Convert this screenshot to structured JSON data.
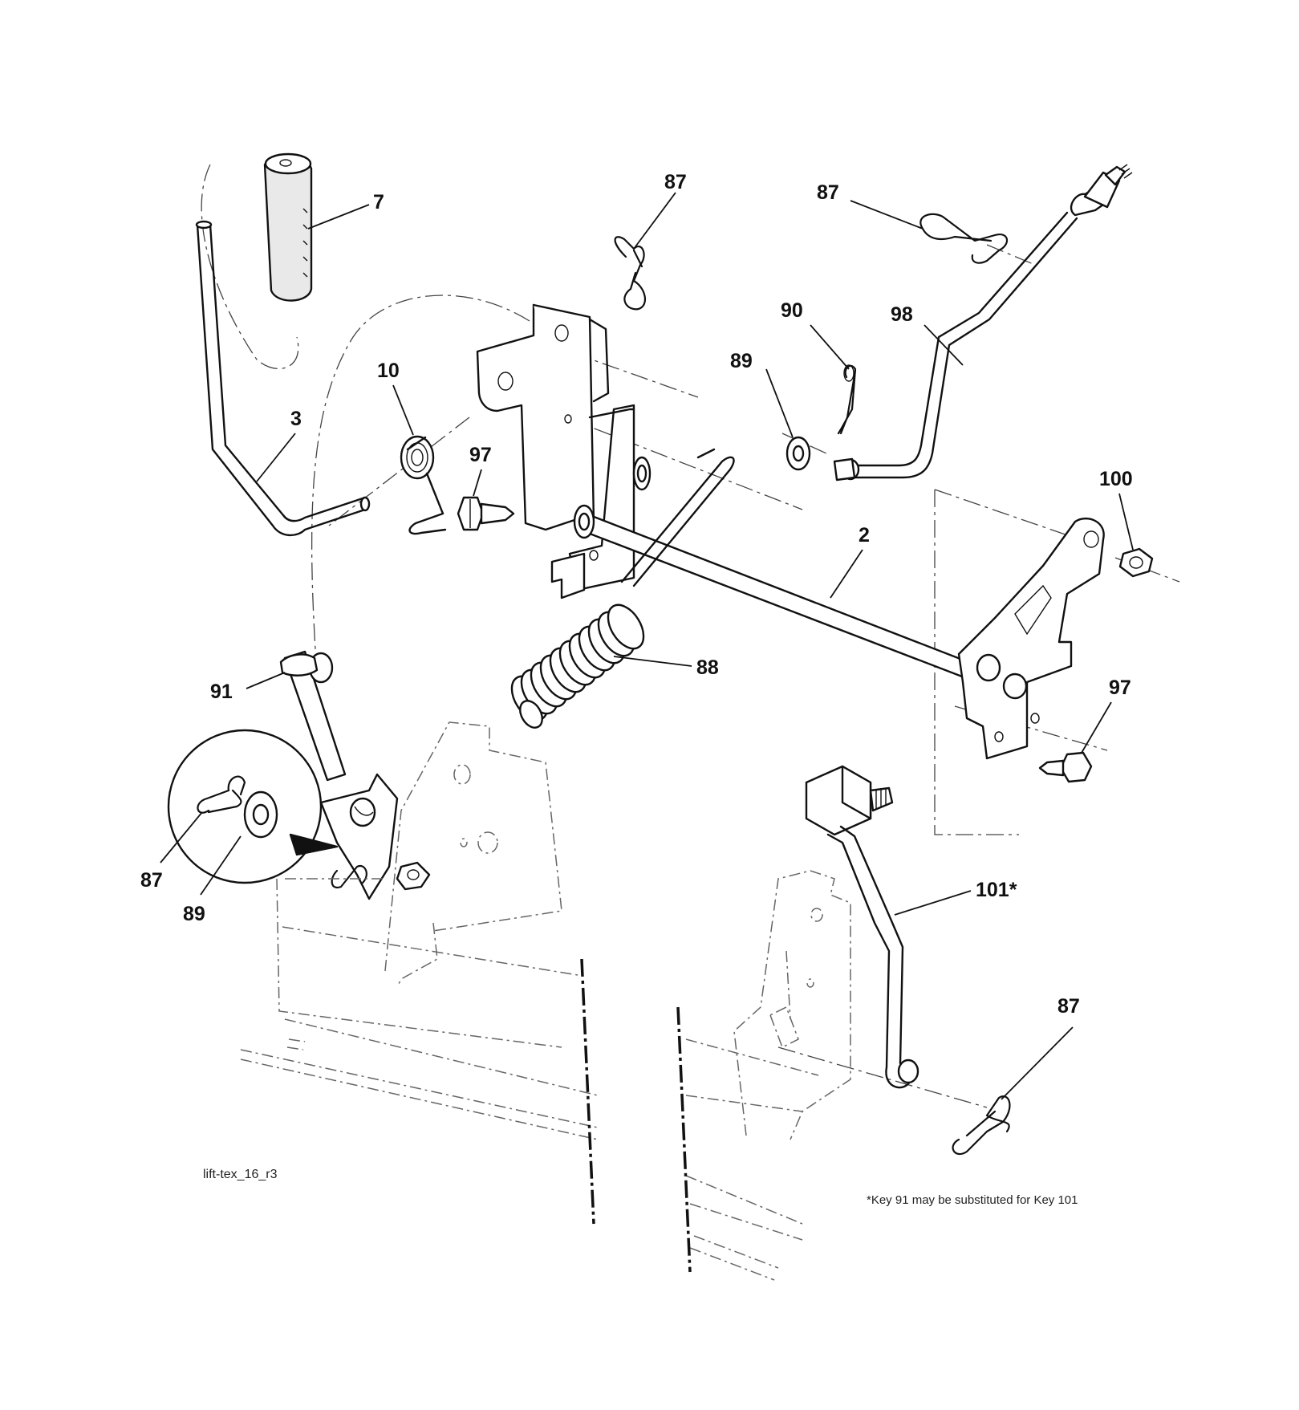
{
  "diagram": {
    "reference_code": "lift-tex_16_r3",
    "footnote": "*Key 91 may be substituted for Key 101",
    "callouts": [
      {
        "id": "c7",
        "label": "7"
      },
      {
        "id": "c87a",
        "label": "87"
      },
      {
        "id": "c87b",
        "label": "87"
      },
      {
        "id": "c90",
        "label": "90"
      },
      {
        "id": "c98",
        "label": "98"
      },
      {
        "id": "c89a",
        "label": "89"
      },
      {
        "id": "c10",
        "label": "10"
      },
      {
        "id": "c3",
        "label": "3"
      },
      {
        "id": "c97a",
        "label": "97"
      },
      {
        "id": "c100",
        "label": "100"
      },
      {
        "id": "c2",
        "label": "2"
      },
      {
        "id": "c88",
        "label": "88"
      },
      {
        "id": "c97b",
        "label": "97"
      },
      {
        "id": "c91",
        "label": "91"
      },
      {
        "id": "c87c",
        "label": "87"
      },
      {
        "id": "c89b",
        "label": "89"
      },
      {
        "id": "c101",
        "label": "101*"
      },
      {
        "id": "c87d",
        "label": "87"
      }
    ]
  }
}
